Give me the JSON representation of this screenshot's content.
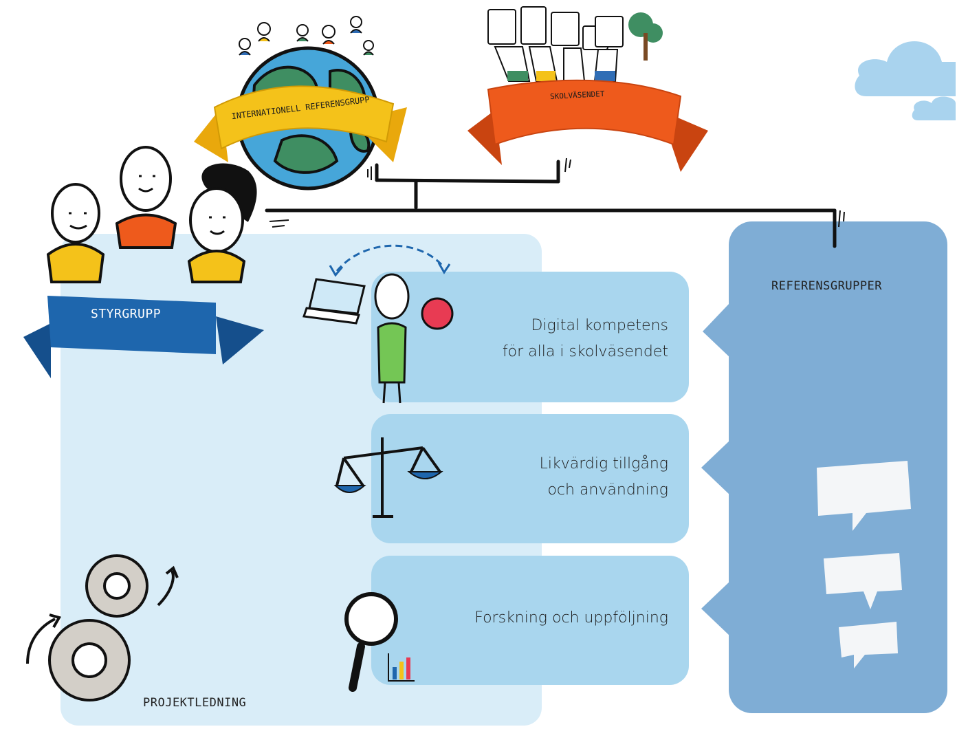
{
  "labels": {
    "international": "INTERNATIONELL REFERENSGRUPP",
    "skolvasendet": "SKOLVÄSENDET",
    "styrgrupp": "STYRGRUPP",
    "referensgrupper": "REFERENSGRUPPER",
    "projektledning": "PROJEKTLEDNING"
  },
  "focus_areas": [
    {
      "line1": "Digital kompetens",
      "line2": "för alla i skolväsendet"
    },
    {
      "line1": "Likvärdig tillgång",
      "line2": "och användning"
    },
    {
      "line1": "Forskning och uppföljning",
      "line2": ""
    }
  ],
  "colors": {
    "light_panel": "#d9edf8",
    "focus_box": "#a9d6ee",
    "reference_panel": "#7fadd5",
    "ribbon_yellow": "#f4c21a",
    "ribbon_orange": "#ee5a1c",
    "ribbon_blue": "#1e66ad",
    "globe_water": "#46a6d9",
    "globe_land": "#3f8e62",
    "cloud": "#a9d3ee"
  },
  "icons": [
    "globe-icon",
    "people-group-icon",
    "raised-hands-icon",
    "steering-group-people-icon",
    "teacher-laptop-apple-icon",
    "scale-icon",
    "magnifier-chart-icon",
    "gears-icon",
    "speech-bubbles-icon",
    "cloud-icon"
  ]
}
